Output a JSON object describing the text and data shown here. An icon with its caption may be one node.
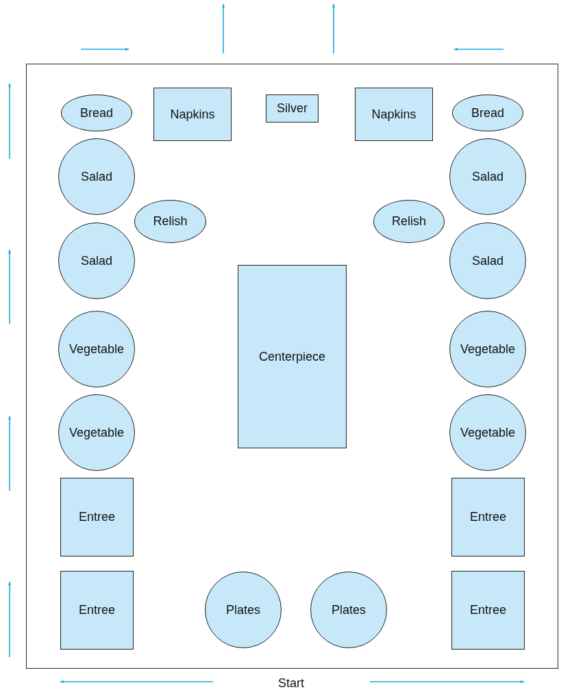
{
  "diagram": {
    "nodes": [
      {
        "text": [],
        "shape": "box"
      },
      {
        "text": [
          "Bread"
        ],
        "in": 0
      },
      {
        "text": [
          "Napkins"
        ],
        "in": 0
      },
      {
        "text": [
          "Silver"
        ],
        "in": 0
      },
      {
        "text": [
          "Napkins"
        ],
        "in": 0
      },
      {
        "text": [
          "Bread"
        ],
        "in": 0
      },
      {
        "text": [
          "Salad"
        ],
        "in": 0
      },
      {
        "text": [
          "Salad"
        ],
        "in": 0
      },
      {
        "text": [
          "Relish"
        ],
        "in": 0
      },
      {
        "text": [
          "Relish"
        ],
        "in": 0
      },
      {
        "text": [
          "Salad"
        ],
        "in": 0
      },
      {
        "text": [
          "Salad"
        ],
        "in": 0
      },
      {
        "text": [
          "Centerpiece"
        ],
        "in": 0
      },
      {
        "text": [
          "Vegetable"
        ],
        "in": 0
      },
      {
        "text": [
          "Vegetable"
        ],
        "in": 0
      },
      {
        "text": [
          "Vegetable"
        ],
        "in": 0
      },
      {
        "text": [
          "Vegetable"
        ],
        "in": 0
      },
      {
        "text": [
          "Entree"
        ],
        "in": 0
      },
      {
        "text": [
          "Entree"
        ],
        "in": 0
      },
      {
        "text": [
          "Entree"
        ],
        "in": 0
      },
      {
        "text": [
          "Plates"
        ],
        "in": 0
      },
      {
        "text": [
          "Plates"
        ],
        "in": 0
      },
      {
        "text": [
          "Entree"
        ],
        "in": 0
      }
    ],
    "labels": [
      "Start"
    ]
  }
}
